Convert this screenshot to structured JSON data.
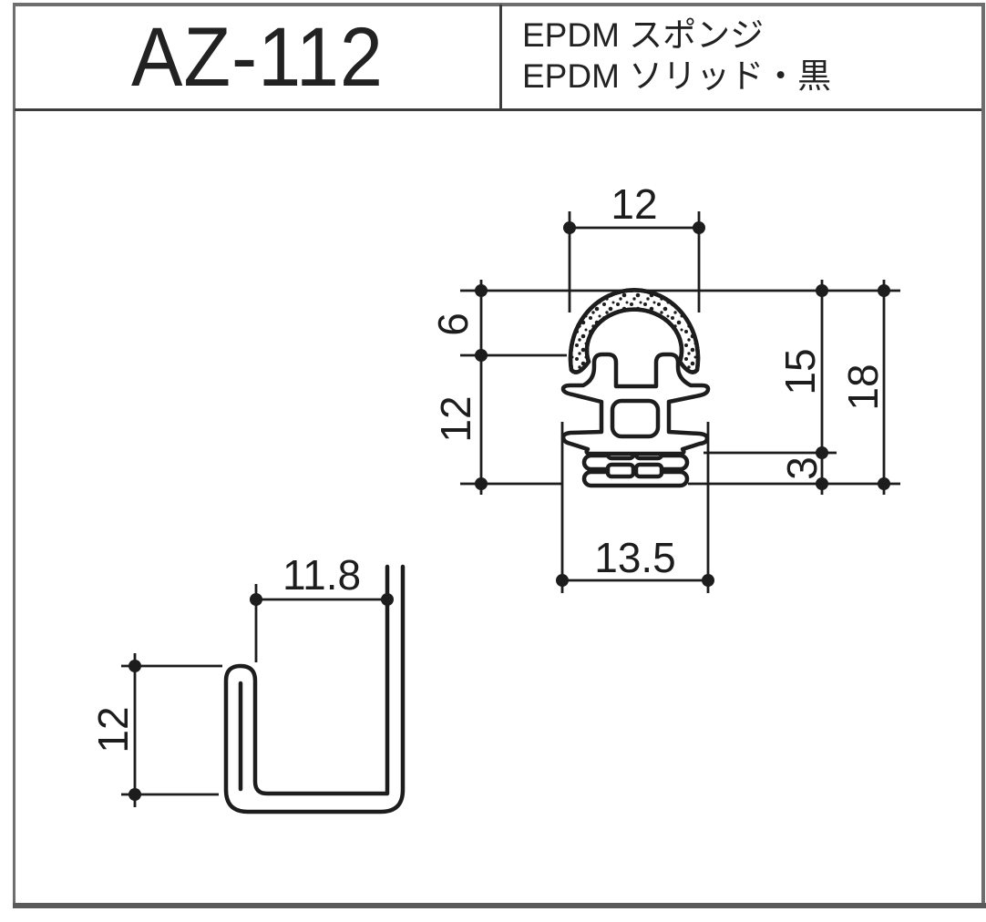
{
  "header": {
    "title": "AZ-112",
    "material_line1": "EPDM スポンジ",
    "material_line2": "EPDM ソリッド・黒"
  },
  "main_drawing": {
    "dims": {
      "top_width": "12",
      "sponge_height": "6",
      "body_height": "12",
      "height_to_wing": "15",
      "total_height": "18",
      "rib_height": "3",
      "bottom_width": "13.5"
    }
  },
  "channel_drawing": {
    "dims": {
      "inner_width": "11.8",
      "leg_height": "12"
    }
  },
  "colors": {
    "line": "#1d1d1d",
    "frame_gray": "#6e6e6e",
    "bottom_bar_gray": "#5a5a5a",
    "header_rule": "#3c3c3c",
    "background": "#ffffff"
  }
}
